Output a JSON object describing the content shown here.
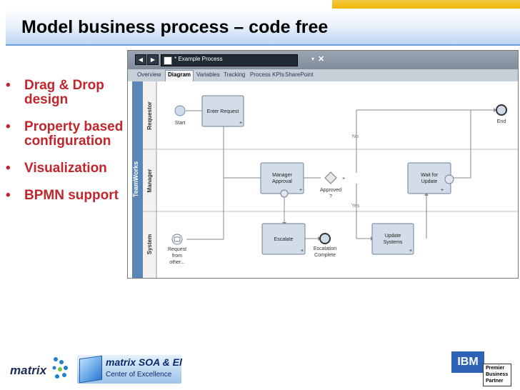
{
  "slide": {
    "title": "Model business process – code free",
    "bullets": [
      "Drag & Drop design",
      "Property based configuration",
      "Visualization",
      "BPMN support"
    ]
  },
  "app": {
    "nav_back_icon": "left-arrow-icon",
    "nav_forward_icon": "right-arrow-icon",
    "tab_title": "* Example Process",
    "tab_dropdown_glyph": "▾",
    "tab_close_glyph": "✕",
    "tabs": [
      "Overview",
      "Diagram",
      "Variables",
      "Tracking",
      "Process KPIs",
      "SharePoint"
    ],
    "active_tab": "Diagram"
  },
  "diagram": {
    "pool_label": "TeamWorks",
    "lanes": [
      "Requestor",
      "Manager",
      "System"
    ],
    "events": {
      "start": "Start",
      "end": "End",
      "request_line1": "Request",
      "request_line2": "from",
      "request_line3": "other...",
      "escalation_line1": "Escalation",
      "escalation_line2": "Complete"
    },
    "tasks": {
      "enter_request": "Enter Request",
      "manager_approval_line1": "Manager",
      "manager_approval_line2": "Approval",
      "escalate": "Escalate",
      "update_systems_line1": "Update",
      "update_systems_line2": "Systems",
      "wait_line1": "Wait for",
      "wait_line2": "Update"
    },
    "gateway": {
      "label_line1": "Approved",
      "label_line2": "?",
      "no": "No",
      "yes": "Yes"
    },
    "marker": "+"
  },
  "footer": {
    "matrix_logo_text": "matrix",
    "coe_line1": "matrix SOA & El",
    "coe_line2": "Center of Excellence",
    "ibm_text": "IBM",
    "partner_lines": [
      "Premier",
      "Business",
      "Partner"
    ]
  },
  "colors": {
    "title_blue": "#6f9fd8",
    "bullet_red": "#c0262c",
    "accent_gold": "#f0b400"
  }
}
